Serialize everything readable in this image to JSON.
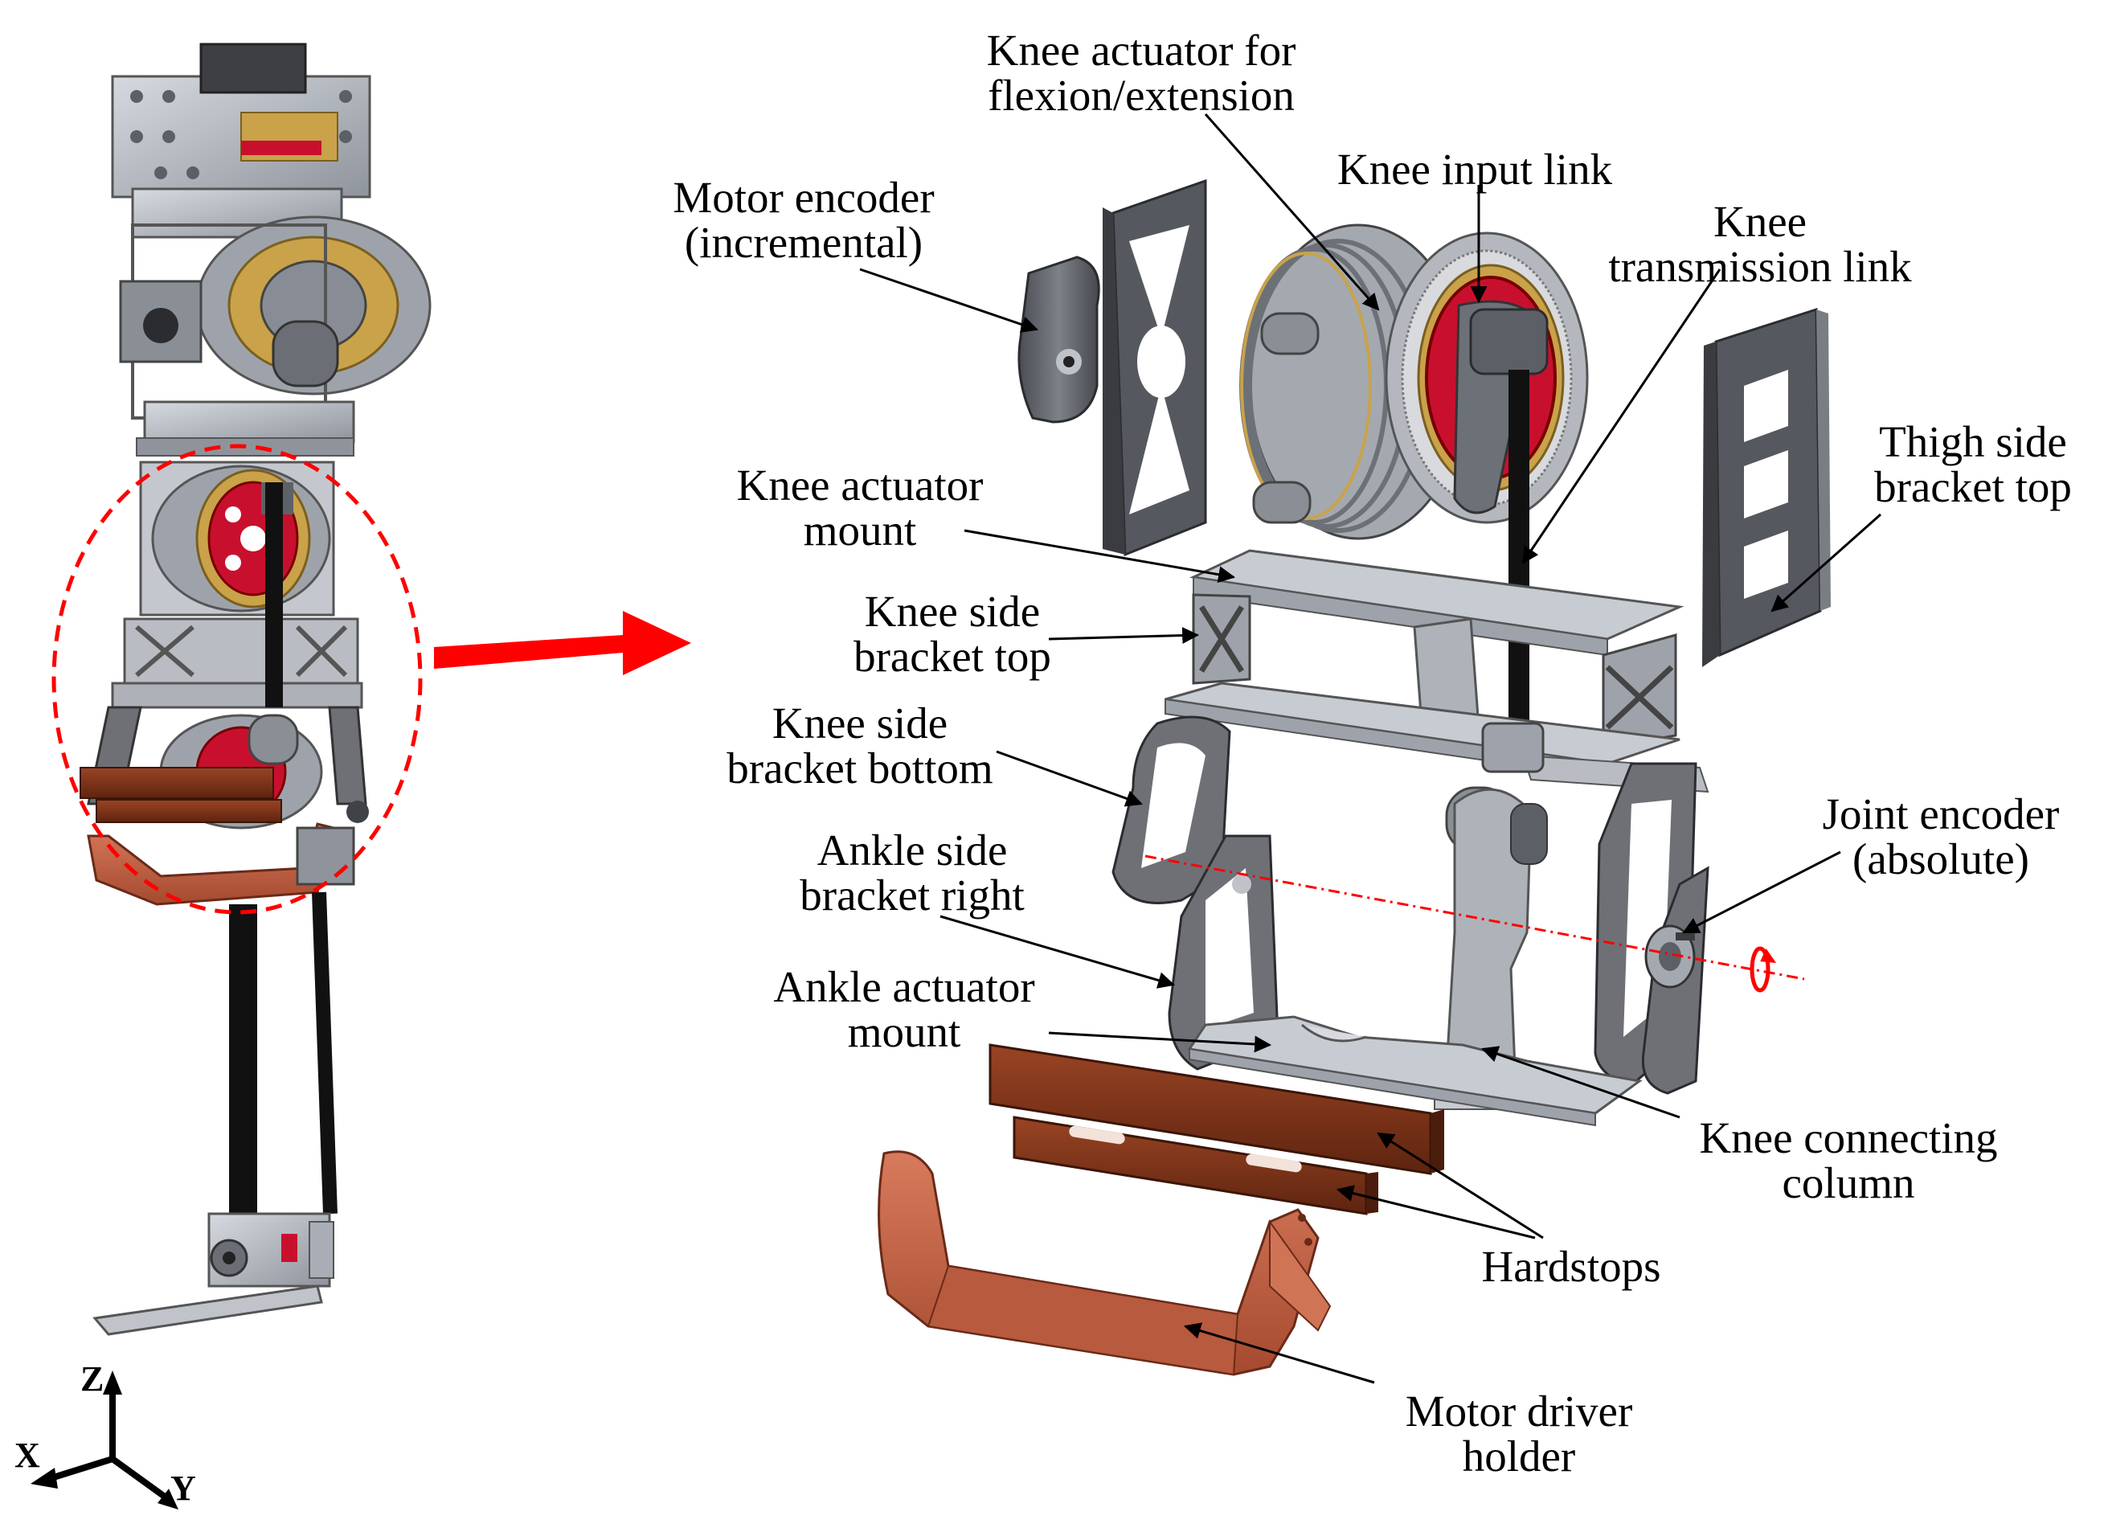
{
  "labels": {
    "knee_actuator": [
      "Knee actuator for",
      "flexion/extension"
    ],
    "knee_input_link": [
      "Knee input link"
    ],
    "motor_encoder": [
      "Motor encoder",
      "(incremental)"
    ],
    "knee_transmission_link": [
      "Knee",
      "transmission link"
    ],
    "thigh_side_bracket_top": [
      "Thigh side",
      "bracket top"
    ],
    "knee_actuator_mount": [
      "Knee actuator",
      "mount"
    ],
    "knee_side_bracket_top": [
      "Knee side",
      "bracket top"
    ],
    "knee_side_bracket_bottom": [
      "Knee side",
      "bracket bottom"
    ],
    "ankle_side_bracket_right": [
      "Ankle side",
      "bracket right"
    ],
    "joint_encoder": [
      "Joint encoder",
      "(absolute)"
    ],
    "ankle_actuator_mount": [
      "Ankle actuator",
      "mount"
    ],
    "knee_connecting_column": [
      "Knee connecting",
      "column"
    ],
    "hardstops": [
      "Hardstops"
    ],
    "motor_driver_holder": [
      "Motor driver",
      "holder"
    ]
  },
  "axes": {
    "z": "Z",
    "x": "X",
    "y": "Y"
  },
  "colors": {
    "highlight": "#ff0000",
    "metal": "#a9aeb6",
    "metal_dark": "#5d6168",
    "bracket": "#6e7076",
    "hardstop": "#7a3218",
    "holder": "#c5654a",
    "wheel_red": "#c8102e",
    "gear_gold": "#c9a24a"
  }
}
